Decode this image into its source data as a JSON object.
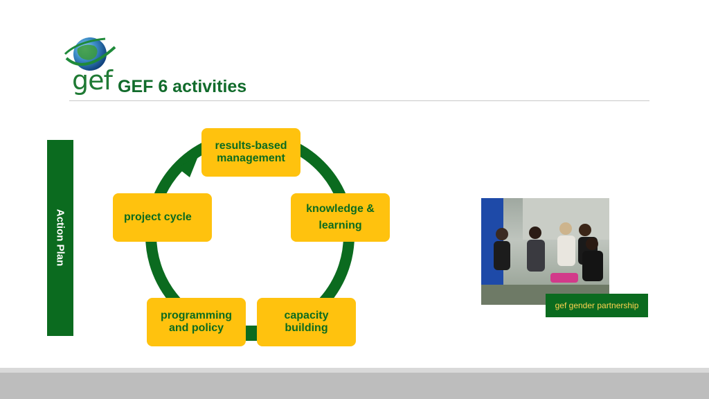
{
  "logo": {
    "text": "gef"
  },
  "slide": {
    "title": "GEF 6 activities"
  },
  "sidebar": {
    "label": "Action Plan"
  },
  "cycle": {
    "items": [
      {
        "label": "results-based\nmanagement"
      },
      {
        "label": "knowledge &\nlearning"
      },
      {
        "label": "capacity\nbuilding"
      },
      {
        "label": "programming\nand policy"
      },
      {
        "label": "project cycle"
      }
    ]
  },
  "photo": {
    "caption": "gef gender partnership"
  },
  "colors": {
    "green": "#0b6b1f",
    "yellow": "#ffc20e",
    "footer": "#bdbdbd"
  }
}
